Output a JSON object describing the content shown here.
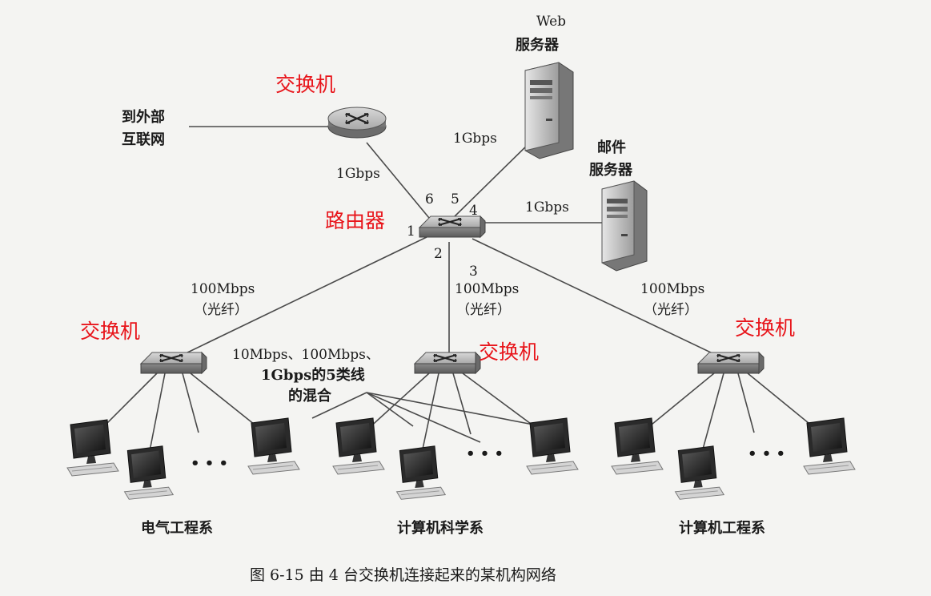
{
  "figure": {
    "caption": "图 6-15  由 4 台交换机连接起来的某机构网络"
  },
  "annotations": {
    "top_switch": "交换机",
    "router": "路由器",
    "left_switch": "交换机",
    "middle_switch": "交换机",
    "right_switch": "交换机"
  },
  "nodes": {
    "internet": {
      "line1": "到外部",
      "line2": "互联网"
    },
    "web_server": {
      "line1": "Web",
      "line2": "服务器"
    },
    "mail_server": {
      "line1": "邮件",
      "line2": "服务器"
    },
    "dept_ee": "电气工程系",
    "dept_cs": "计算机科学系",
    "dept_ce": "计算机工程系"
  },
  "ports": [
    "1",
    "2",
    "3",
    "4",
    "5",
    "6"
  ],
  "links": {
    "to_top_switch": "1Gbps",
    "to_web": "1Gbps",
    "to_mail": "1Gbps",
    "left": {
      "speed": "100Mbps",
      "medium": "（光纤）"
    },
    "middle": {
      "speed": "100Mbps",
      "medium": "（光纤）"
    },
    "right": {
      "speed": "100Mbps",
      "medium": "（光纤）"
    },
    "cat5": {
      "line1": "10Mbps、100Mbps、",
      "line2": "1Gbps的5类线",
      "line3": "的混合"
    }
  },
  "ellipsis": "• • •",
  "colors": {
    "annotation": "#e8151b",
    "line": "#4a4a4a",
    "device": "#9a9a9a"
  }
}
